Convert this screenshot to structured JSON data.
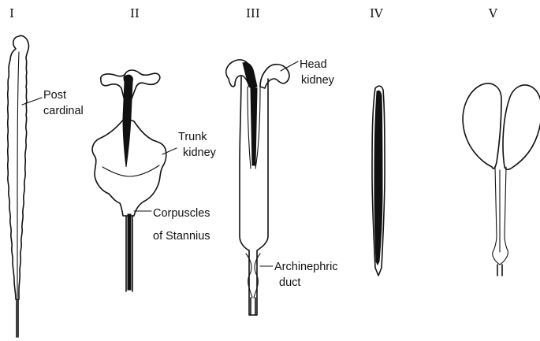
{
  "diagram": {
    "numerals": [
      "I",
      "II",
      "III",
      "IV",
      "V"
    ],
    "labels": {
      "post_cardinal": [
        "Post",
        "cardinal"
      ],
      "trunk_kidney": [
        "Trunk",
        "kidney"
      ],
      "corpuscles": [
        "Corpuscles",
        "of Stannius"
      ],
      "head_kidney": [
        "Head",
        "kidney"
      ],
      "archinephric": [
        "Archinephric",
        "duct"
      ]
    }
  }
}
